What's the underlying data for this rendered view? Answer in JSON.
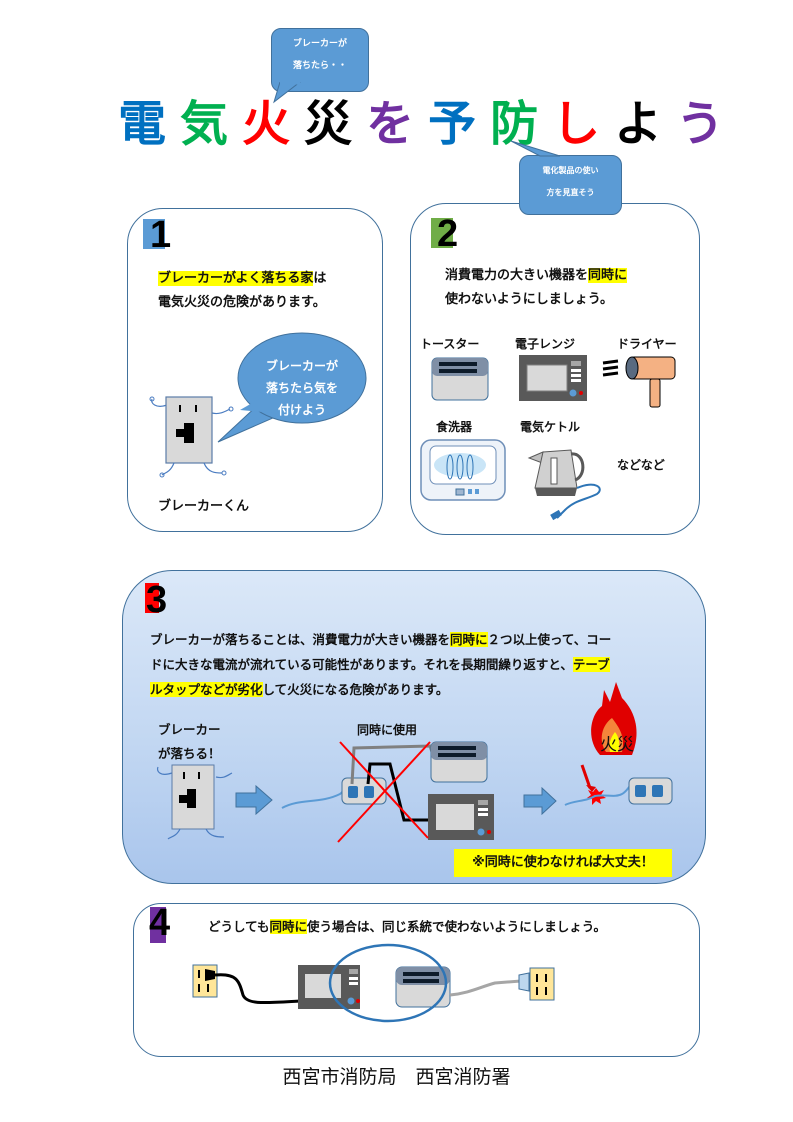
{
  "header": {
    "bubble_top": [
      "ブレーカーが",
      "落ちたら・・"
    ],
    "title_chars": [
      {
        "char": "電",
        "color": "#0070c0"
      },
      {
        "char": "気",
        "color": "#00b050"
      },
      {
        "char": "火",
        "color": "#ff0000"
      },
      {
        "char": "災",
        "color": "#000000"
      },
      {
        "char": "を",
        "color": "#7030a0"
      },
      {
        "char": "予",
        "color": "#0070c0"
      },
      {
        "char": "防",
        "color": "#00b050"
      },
      {
        "char": "し",
        "color": "#ff0000"
      },
      {
        "char": "よ",
        "color": "#000000"
      },
      {
        "char": "う",
        "color": "#7030a0"
      }
    ],
    "bubble_right": [
      "電化製品の使い",
      "方を見直そう"
    ]
  },
  "section1": {
    "number": "1",
    "badge_color": "#5b9bd5",
    "line1_highlight": "ブレーカーがよく落ちる家",
    "line1_rest": "は",
    "line2": "電気火災の危険があります。",
    "speech": [
      "ブレーカーが",
      "落ちたら気を",
      "付けよう"
    ],
    "character_name": "ブレーカーくん"
  },
  "section2": {
    "number": "2",
    "badge_color": "#70ad47",
    "line1_pre": "消費電力の大きい機器を",
    "line1_highlight": "同時に",
    "line2": "使わないようにしましょう。",
    "appliances": [
      "トースター",
      "電子レンジ",
      "ドライヤー",
      "食洗器",
      "電気ケトル"
    ],
    "etc": "などなど"
  },
  "section3": {
    "number": "3",
    "badge_color": "#ff0000",
    "para_line1_pre": "ブレーカーが落ちることは、消費電力が大きい機器を",
    "para_line1_hl": "同時に",
    "para_line1_post": "２つ以上使って、コー",
    "para_line2_pre": "ドに大きな電流が流れている可能性があります。それを長期間繰り返すと、",
    "para_line2_hl": "テーブ",
    "para_line3_hl": "ルタップなどが劣化",
    "para_line3_post": "して火災になる危険があります。",
    "breaker_label": [
      "ブレーカー",
      "が落ちる！"
    ],
    "simultaneous_label": "同時に使用",
    "fire_label": "火災",
    "note": "※同時に使わなければ大丈夫！"
  },
  "section4": {
    "number": "4",
    "badge_color": "#7030a0",
    "text_pre": "どうしても",
    "text_hl": "同時に",
    "text_post": "使う場合は、同じ系統で使わないようにしましょう。"
  },
  "footer": {
    "org": "西宮市消防局　西宮消防署"
  }
}
